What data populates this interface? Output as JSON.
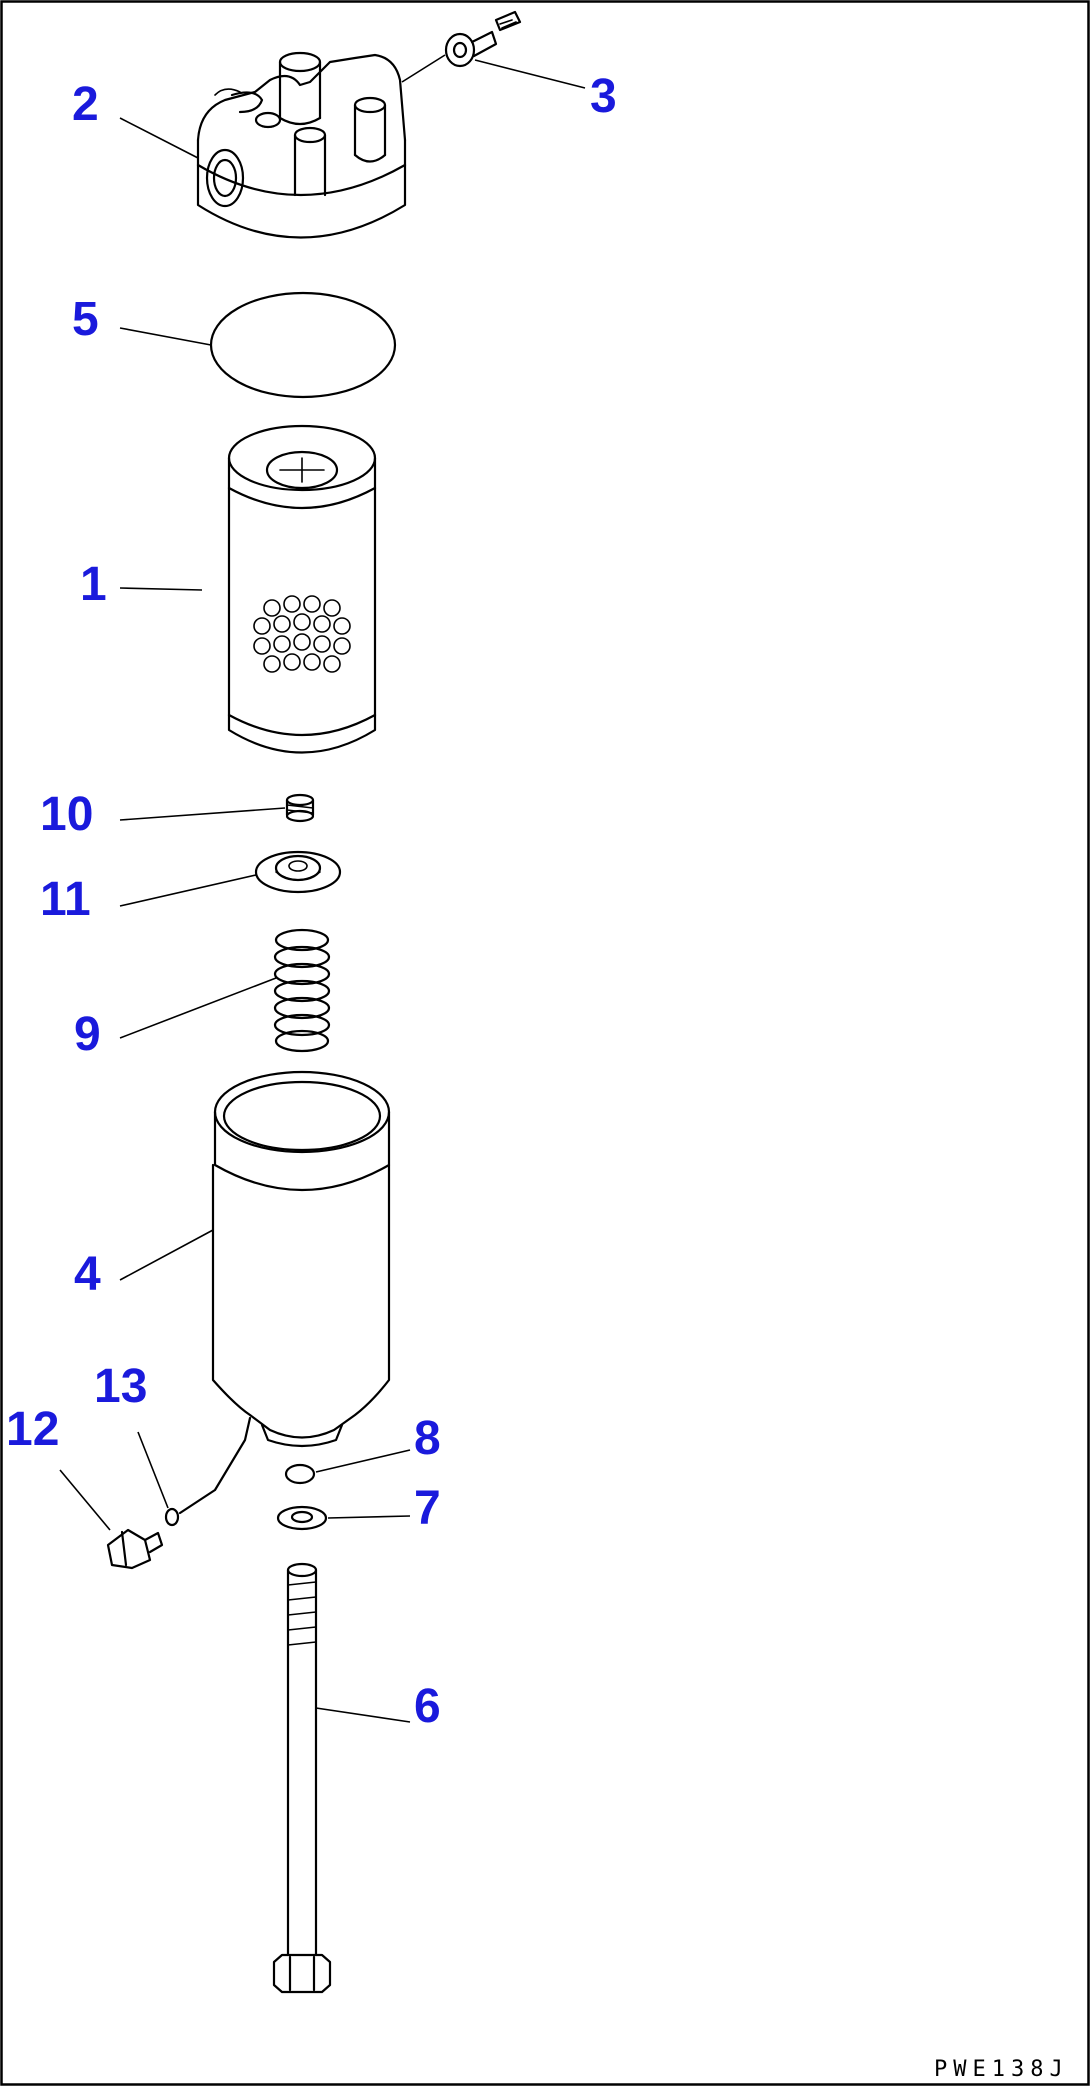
{
  "diagram": {
    "callouts": {
      "p1": "1",
      "p2": "2",
      "p3": "3",
      "p4": "4",
      "p5": "5",
      "p6": "6",
      "p7": "7",
      "p8": "8",
      "p9": "9",
      "p10": "10",
      "p11": "11",
      "p12": "12",
      "p13": "13"
    },
    "drawing_code": "PWE138J",
    "colors": {
      "callout": "#1a1adc",
      "line": "#000000",
      "background": "#ffffff"
    }
  }
}
